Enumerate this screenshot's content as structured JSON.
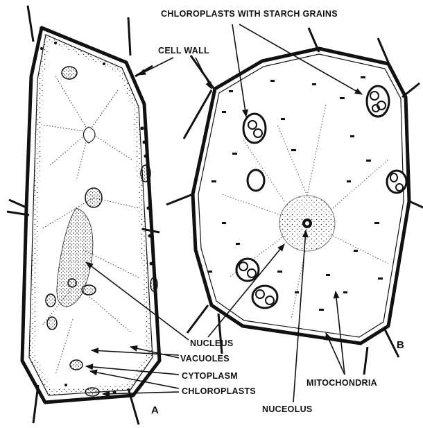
{
  "labels": {
    "chloroplasts_starch": "CHLOROPLASTS WITH STARCH GRAINS",
    "cell_wall": "CELL WALL",
    "nucleus": "NUCLEUS",
    "vacuoles": "VACUOLES",
    "cytoplasm": "CYTOPLASM",
    "chloroplasts": "CHLOROPLASTS",
    "mitochondria": "MITOCHONDRIA",
    "nucleolus": "NUCEOLUS"
  },
  "panels": {
    "a": "A",
    "b": "B"
  },
  "colors": {
    "ink": "#111111",
    "paper": "#ffffff"
  }
}
